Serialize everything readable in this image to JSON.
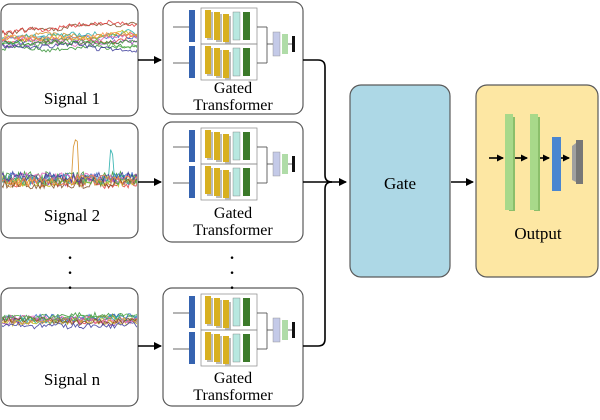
{
  "signals": [
    {
      "label": "Signal 1",
      "model_line1": "Gated",
      "model_line2": "Transformer"
    },
    {
      "label": "Signal 2",
      "model_line1": "Gated",
      "model_line2": "Transformer"
    },
    {
      "label": "Signal n",
      "model_line1": "Gated",
      "model_line2": "Transformer"
    }
  ],
  "ellipsis": "·\n·\n·",
  "gate": {
    "label": "Gate"
  },
  "output": {
    "label": "Output"
  },
  "colors": {
    "box_border": "#5a5a5a",
    "gate_fill": "#add8e6",
    "output_fill": "#fde7a3",
    "block_blue": "#3563b0",
    "block_gold": "#d8b020",
    "block_teal": "#b8e8e0",
    "block_green": "#3c7a2a",
    "block_lavender": "#c4cae8",
    "block_lightgreen": "#b0dca8",
    "output_green": "#a8d98a",
    "output_blue": "#4a86d0",
    "output_gray": "#a0a0a0"
  }
}
